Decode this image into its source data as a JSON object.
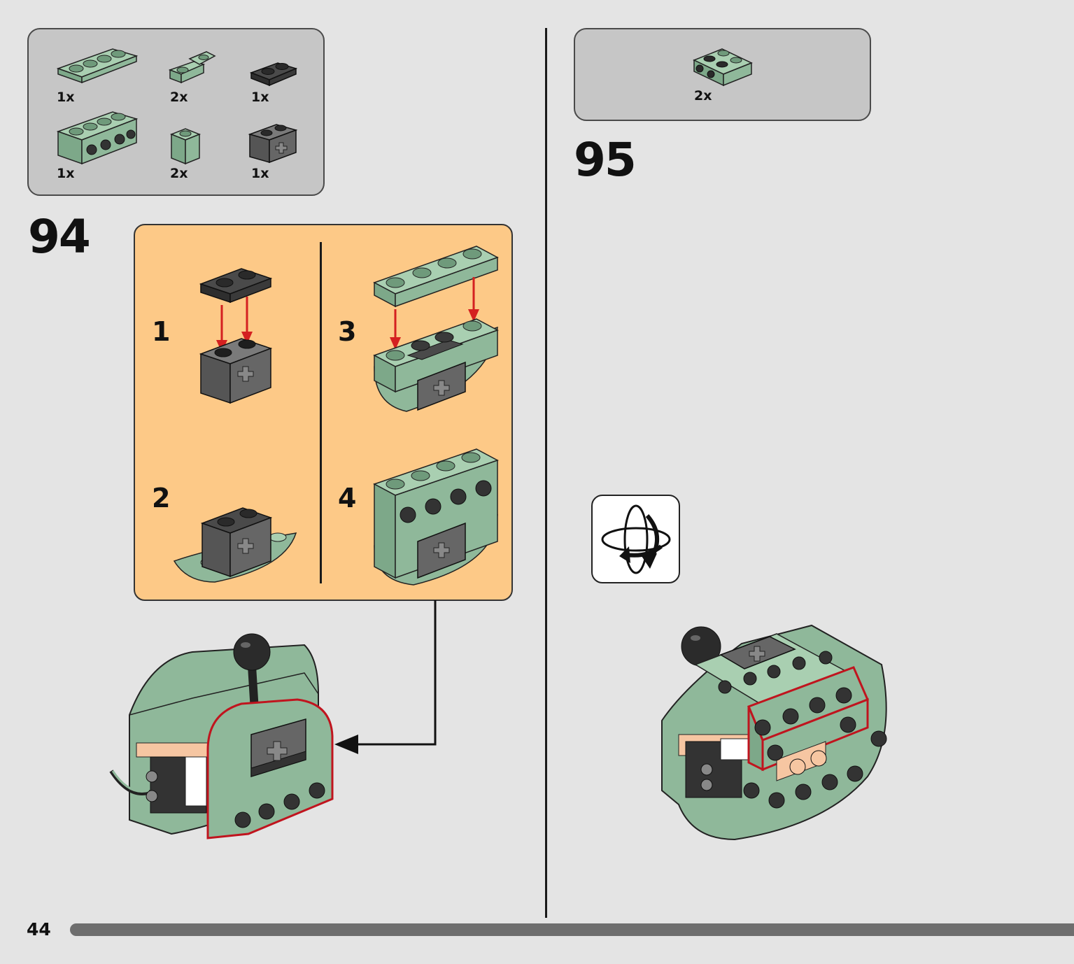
{
  "page": {
    "number": "44"
  },
  "step94": {
    "number": "94",
    "parts": [
      {
        "qty": "1x",
        "icon": "plate-1x4-green"
      },
      {
        "qty": "2x",
        "icon": "plate-1x2-inverted-green"
      },
      {
        "qty": "1x",
        "icon": "plate-1x2-black"
      },
      {
        "qty": "1x",
        "icon": "brick-1x4-holes-green"
      },
      {
        "qty": "2x",
        "icon": "brick-1x1-green"
      },
      {
        "qty": "1x",
        "icon": "brick-1x2-axle-dark-gray"
      }
    ],
    "substeps": [
      "1",
      "2",
      "3",
      "4"
    ]
  },
  "step95": {
    "number": "95",
    "parts": [
      {
        "qty": "2x",
        "icon": "plate-2x2-side-studs-green"
      }
    ]
  },
  "rotate": {
    "icon": "rotate-model-icon"
  },
  "colors": {
    "background": "#e4e4e4",
    "parts_box": "#c6c6c6",
    "callout": "#fdc987",
    "brick_green": "#8fb89a",
    "brick_dark": "#606060",
    "arrow_red": "#d42020",
    "highlight": "#c0141e"
  }
}
